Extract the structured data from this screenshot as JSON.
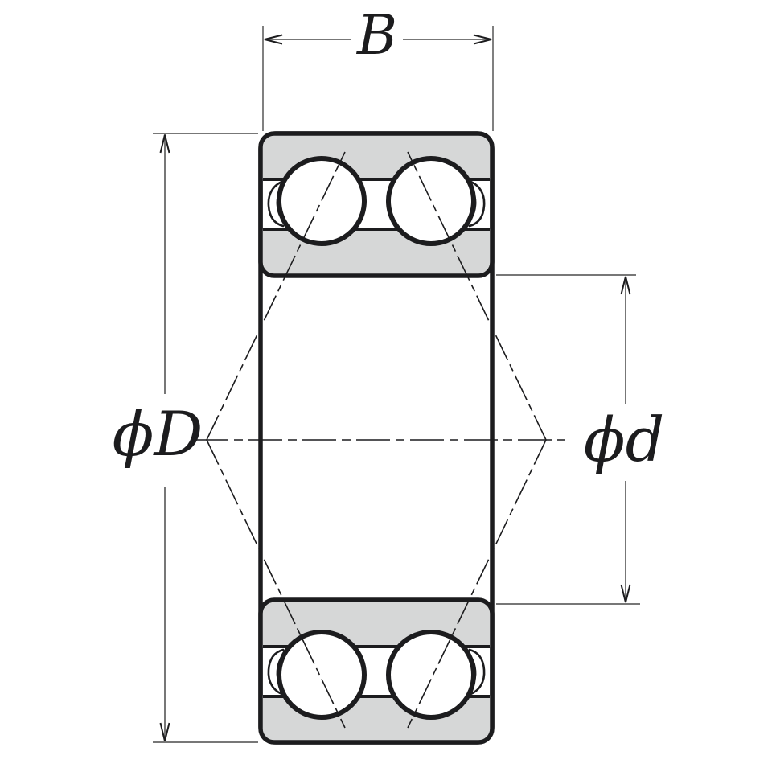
{
  "figure_labels": {
    "width": "B",
    "outer_diameter": "ϕD",
    "bore_diameter": "ϕd"
  },
  "colors": {
    "line": "#1c1c1e",
    "thin_line": "#4a4a4a",
    "ring_fill": "#d6d7d7",
    "background": "#ffffff"
  }
}
